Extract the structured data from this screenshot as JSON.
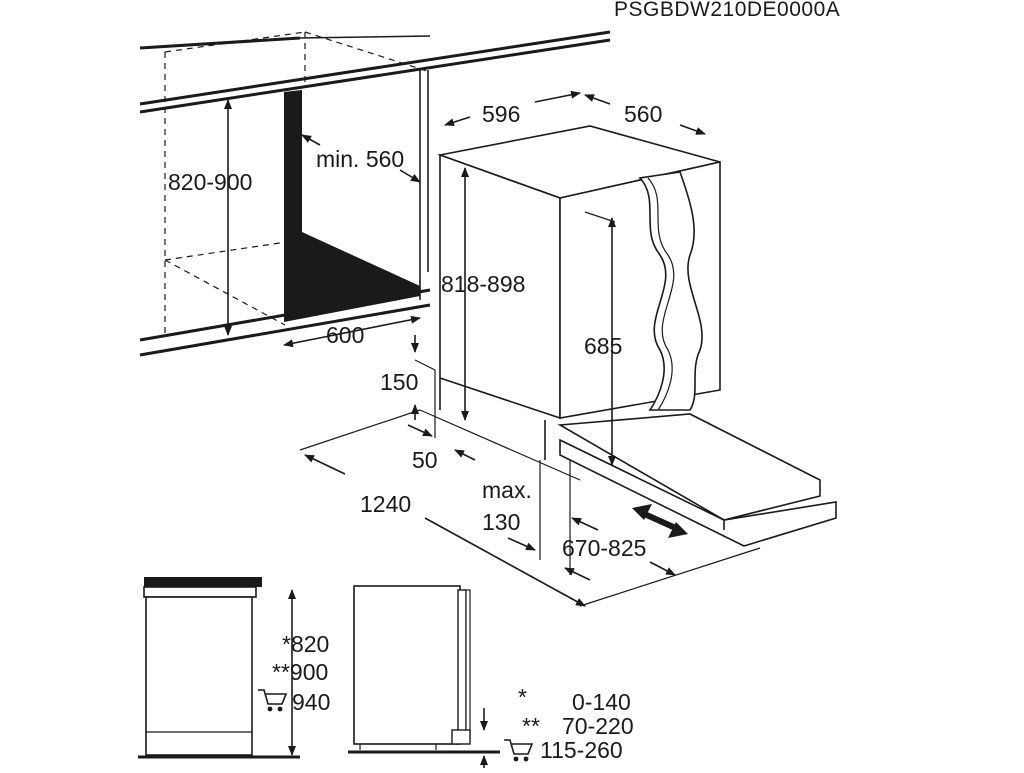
{
  "model_code": "PSGBDW210DE0000A",
  "dimensions": {
    "niche_height": "820-900",
    "min_depth": "min. 560",
    "niche_width": "600",
    "appliance_width": "596",
    "appliance_depth": "560",
    "appliance_height": "818-898",
    "door_height": "685",
    "plinth_height": "150",
    "plinth_depth": "50",
    "door_swing": "1240",
    "max_label": "max.",
    "max_value": "130",
    "door_travel": "670-825"
  },
  "side_view": {
    "height_std": "*820",
    "height_xl": "**900",
    "height_cart": "940",
    "range_std_mark": "*",
    "range_std": "0-140",
    "range_xl_mark": "**",
    "range_xl": "70-220",
    "range_cart": "115-260"
  },
  "icons": [
    "shopping-cart-icon",
    "shopping-cart-icon"
  ],
  "colors": {
    "ink": "#1a1a1a",
    "paper": "#ffffff"
  }
}
